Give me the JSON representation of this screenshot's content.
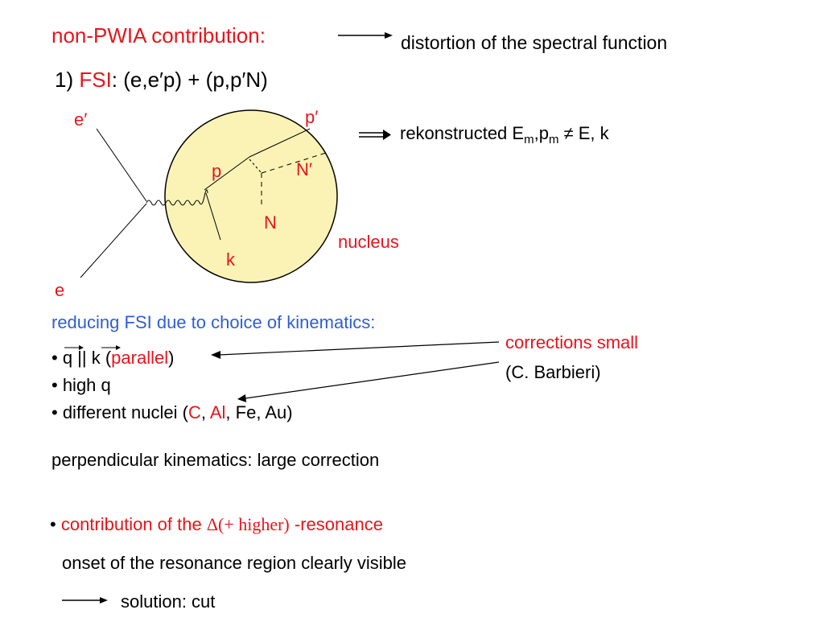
{
  "header": {
    "title": "non-PWIA contribution:",
    "distortion": "distortion of the spectral function"
  },
  "fsi_line": {
    "num": "1) ",
    "fsi": "FSI",
    "reaction": ": (e,e′p) + (p,p′N)"
  },
  "rekon": {
    "prefix": "rekonstructed E",
    "sub_m1": "m",
    "comma": ",p",
    "sub_m2": "m",
    "neq": " ≠ ",
    "suffix": " E, k"
  },
  "diagram": {
    "e_prime": "e′",
    "p_prime": "p′",
    "p": "p",
    "n_prime": "N′",
    "n": "N",
    "nucleus": "nucleus",
    "k": "k",
    "e": "e"
  },
  "reducing": {
    "heading": "reducing FSI due to choice of kinematics:",
    "bullet1_pre": "• q || k (",
    "bullet1_red": "parallel",
    "bullet1_post": ")",
    "bullet2": "• high q",
    "bullet3_pre": "• different nuclei (",
    "bullet3_c": "C",
    "bullet3_sep": ", ",
    "bullet3_al": "Al",
    "bullet3_post": ", Fe, Au)"
  },
  "corrections": {
    "line1": "corrections small",
    "line2": "(C. Barbieri)"
  },
  "perpendicular": "perpendicular kinematics: large correction",
  "delta": {
    "bullet": "• ",
    "text_pre": "contribution of the ",
    "delta_sym": "Δ(+ higher)",
    "text_post": " -resonance"
  },
  "onset": "onset of the resonance region clearly visible",
  "solution": "solution: cut",
  "colors": {
    "red": "#e8141c",
    "blue": "#2e5fd0",
    "nucleus_fill": "#fbf3b5"
  }
}
